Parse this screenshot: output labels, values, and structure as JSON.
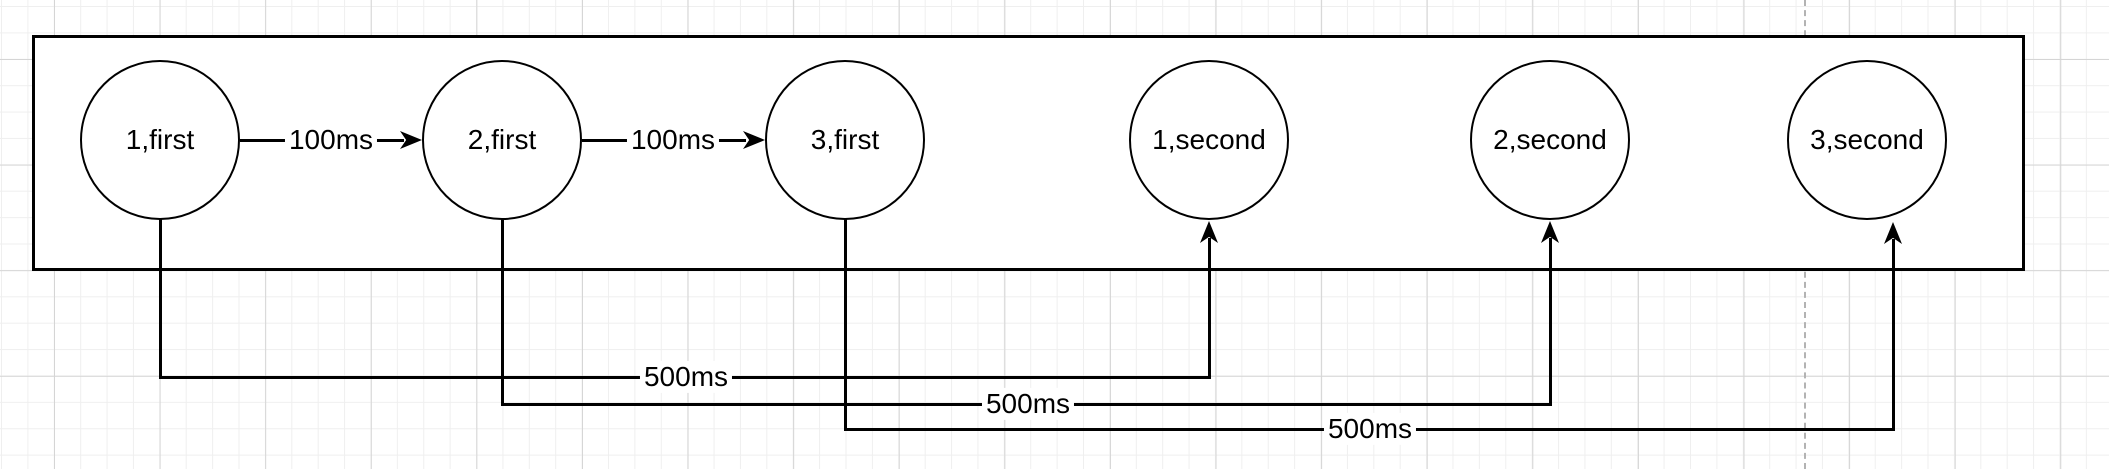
{
  "diagram": {
    "nodes": [
      {
        "id": "n1",
        "label": "1,first"
      },
      {
        "id": "n2",
        "label": "2,first"
      },
      {
        "id": "n3",
        "label": "3,first"
      },
      {
        "id": "n4",
        "label": "1,second"
      },
      {
        "id": "n5",
        "label": "2,second"
      },
      {
        "id": "n6",
        "label": "3,second"
      }
    ],
    "edges": [
      {
        "from": "1,first",
        "to": "2,first",
        "label": "100ms",
        "type": "straight-arrow"
      },
      {
        "from": "2,first",
        "to": "3,first",
        "label": "100ms",
        "type": "straight-arrow"
      },
      {
        "from": "1,first",
        "to": "1,second",
        "label": "500ms",
        "type": "elbow-arrow"
      },
      {
        "from": "2,first",
        "to": "2,second",
        "label": "500ms",
        "type": "elbow-arrow"
      },
      {
        "from": "3,first",
        "to": "3,second",
        "label": "500ms",
        "type": "elbow-arrow"
      }
    ],
    "colors": {
      "stroke": "#000000",
      "canvas_bg": "#ffffff",
      "grid_minor": "#efefef",
      "grid_major": "#d5d5d5",
      "page_guide": "#b3b3b3"
    }
  }
}
